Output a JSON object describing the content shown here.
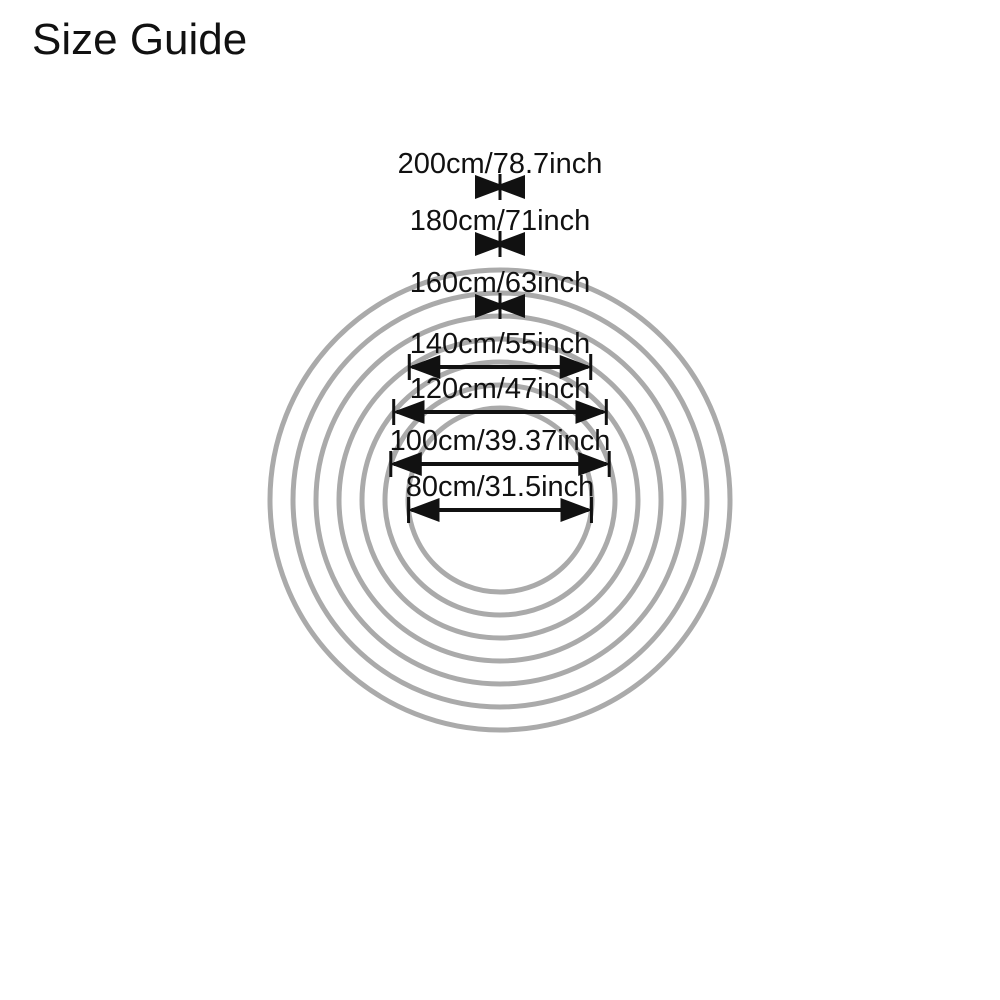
{
  "title": "Size Guide",
  "colors": {
    "ring": "#aaaaaa",
    "measure": "#111111",
    "text": "#111111",
    "background": "#ffffff"
  },
  "sizes": [
    {
      "diameter_cm": 200,
      "label": "200cm/78.7inch"
    },
    {
      "diameter_cm": 180,
      "label": "180cm/71inch"
    },
    {
      "diameter_cm": 160,
      "label": "160cm/63inch"
    },
    {
      "diameter_cm": 140,
      "label": "140cm/55inch"
    },
    {
      "diameter_cm": 120,
      "label": "120cm/47inch"
    },
    {
      "diameter_cm": 100,
      "label": "100cm/39.37inch"
    },
    {
      "diameter_cm": 80,
      "label": "80cm/31.5inch"
    }
  ]
}
